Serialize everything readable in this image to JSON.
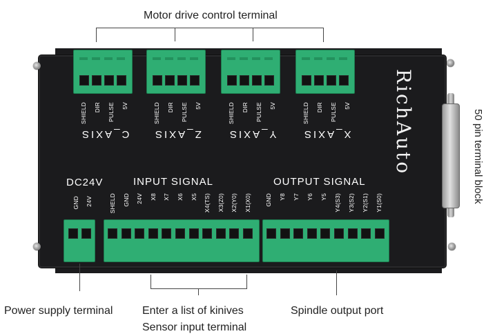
{
  "callouts": {
    "motor": "Motor drive control terminal",
    "pin50": "50 pin terminal block",
    "power": "Power supply terminal",
    "knives_line1": "Enter a list of kinives",
    "knives_line2": "Sensor input terminal",
    "spindle": "Spindle output port"
  },
  "board": {
    "brand": "RichAuto",
    "axes": [
      {
        "name": "C_AXIS",
        "pins": [
          "SHIELD",
          "DIR",
          "PULSE",
          "5V"
        ]
      },
      {
        "name": "Z_AXIS",
        "pins": [
          "SHIELD",
          "DIR",
          "PULSE",
          "5V"
        ]
      },
      {
        "name": "Y_AXIS",
        "pins": [
          "SHIELD",
          "DIR",
          "PULSE",
          "5V"
        ]
      },
      {
        "name": "X_AXIS",
        "pins": [
          "SHIELD",
          "DIR",
          "PULSE",
          "5V"
        ]
      }
    ],
    "power_title": "DC24V",
    "power_pins": [
      "GND",
      "24V"
    ],
    "input_title": "INPUT SIGNAL",
    "input_pins": [
      "SHELD",
      "GND",
      "24V",
      "X8",
      "X7",
      "X6",
      "X5",
      "X4(TS)",
      "X3(Z0)",
      "X2(Y0)",
      "X1(X0)"
    ],
    "output_title": "OUTPUT SIGNAL",
    "output_pins": [
      "GND",
      "Y8",
      "Y7",
      "Y6",
      "Y5",
      "Y4(S3)",
      "Y3(S2)",
      "Y2(S1)",
      "Y1(S0)"
    ]
  }
}
